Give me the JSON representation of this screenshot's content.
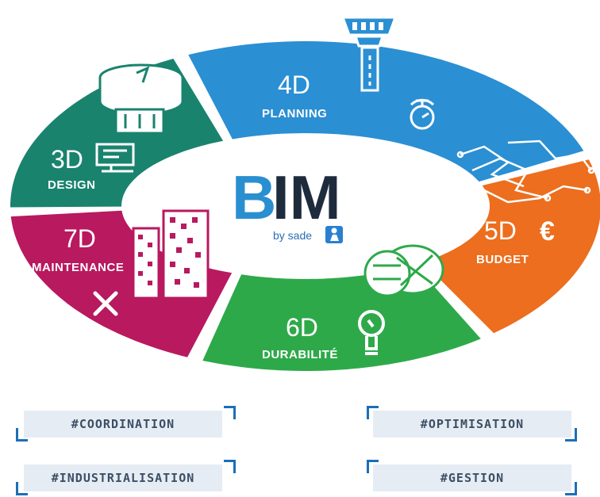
{
  "center": {
    "b": "B",
    "im": "IM",
    "byline": "by sade"
  },
  "segments": [
    {
      "id": "4d",
      "title": "4D",
      "subtitle": "PLANNING",
      "color": "#2b8fd3"
    },
    {
      "id": "5d",
      "title": "5D",
      "subtitle": "BUDGET",
      "color": "#ec6e1e"
    },
    {
      "id": "6d",
      "title": "6D",
      "subtitle": "DURABILITÉ",
      "color": "#2ea94a"
    },
    {
      "id": "7d",
      "title": "7D",
      "subtitle": "MAINTENANCE",
      "color": "#b8195f"
    },
    {
      "id": "3d",
      "title": "3D",
      "subtitle": "DESIGN",
      "color": "#19836e"
    }
  ],
  "icons": {
    "4d": [
      "control-tower-icon",
      "stopwatch-icon"
    ],
    "5d": [
      "circuit-icon",
      "euro-icon"
    ],
    "6d": [
      "cable-reel-icon",
      "lightbulb-icon"
    ],
    "7d": [
      "buildings-icon",
      "tools-icon"
    ],
    "3d": [
      "tank-icon",
      "computer-icon"
    ]
  },
  "tags": {
    "coordination": "#COORDINATION",
    "optimisation": "#OPTIMISATION",
    "industrialisation": "#INDUSTRIALISATION",
    "gestion": "#GESTION"
  },
  "colors": {
    "blue": "#2b8fd3",
    "orange": "#ec6e1e",
    "green": "#2ea94a",
    "magenta": "#b8195f",
    "teal": "#19836e",
    "bracket": "#1a6fb8"
  }
}
